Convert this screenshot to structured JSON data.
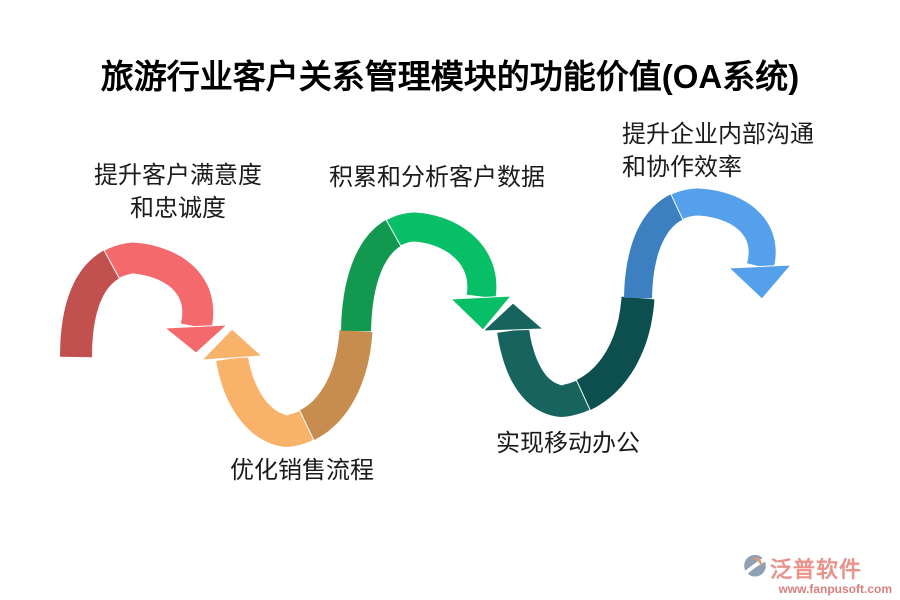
{
  "title": "旅游行业客户关系管理模块的功能价值(OA系统)",
  "steps": [
    {
      "id": "customer-satisfaction",
      "label_lines": [
        "提升客户满意度",
        "和忠诚度"
      ],
      "arrow_direction": "down",
      "color_dark": "#c2504e",
      "color_light": "#f4696c"
    },
    {
      "id": "sales-process",
      "label_lines": [
        "优化销售流程"
      ],
      "arrow_direction": "up",
      "color_dark": "#c68d4e",
      "color_light": "#f8b269"
    },
    {
      "id": "customer-data",
      "label_lines": [
        "积累和分析客户数据"
      ],
      "arrow_direction": "down",
      "color_dark": "#12994f",
      "color_light": "#06bf66"
    },
    {
      "id": "mobile-office",
      "label_lines": [
        "实现移动办公"
      ],
      "arrow_direction": "up",
      "color_dark": "#0d4f4e",
      "color_light": "#17635e"
    },
    {
      "id": "internal-communication",
      "label_lines": [
        "提升企业内部沟通",
        "和协作效率"
      ],
      "arrow_direction": "down",
      "color_dark": "#3c80c1",
      "color_light": "#55a0eb"
    }
  ],
  "watermark": {
    "brand": "泛普软件",
    "url": "www.fanpusoft.com",
    "brand_color": "#e8938c",
    "url_color": "#d97f7c",
    "icon_blue": "#8fa0b5",
    "icon_orange": "#e59a6d"
  }
}
